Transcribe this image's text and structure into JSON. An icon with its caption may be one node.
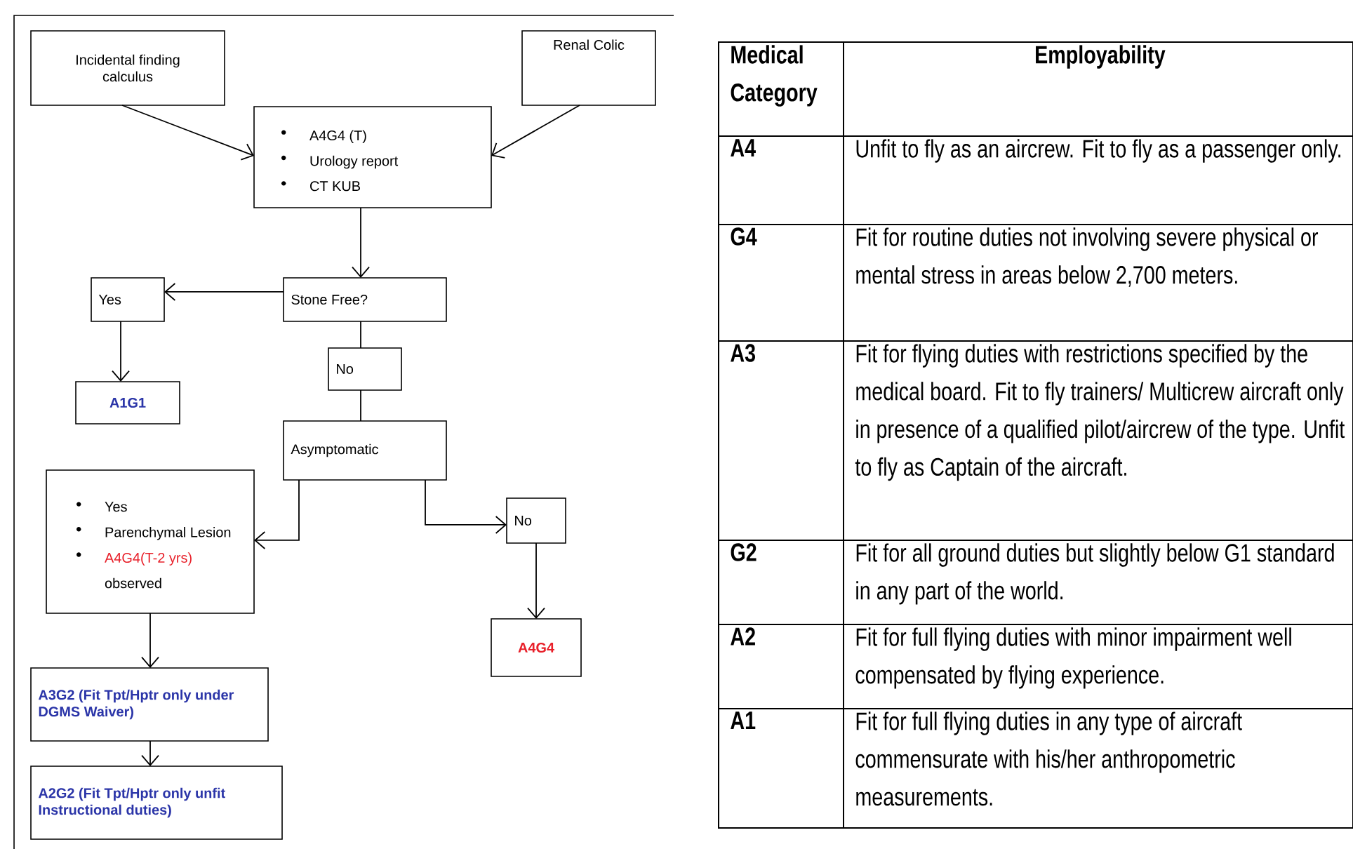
{
  "diagram": {
    "nodes": [
      {
        "text": [
          "Incidental finding calculus"
        ]
      },
      {
        "text": [
          "Renal Colic"
        ]
      },
      {
        "text": [
          "A4G4 (T)",
          "Urology report",
          "CT KUB"
        ]
      },
      {
        "text": [
          "Stone Free?"
        ]
      },
      {
        "text": [
          "Yes"
        ]
      },
      {
        "text": [
          "A1G1"
        ]
      },
      {
        "text": [
          "No"
        ]
      },
      {
        "text": [
          "Asymptomatic"
        ]
      },
      {
        "text": [
          "Yes",
          "Parenchymal Lesion",
          "A4G4(T-2 yrs)",
          "observed"
        ]
      },
      {
        "text": [
          "No"
        ]
      },
      {
        "text": [
          "A4G4"
        ]
      },
      {
        "text": [
          "A3G2 (Fit Tpt/Hptr only under DGMS Waiver)"
        ]
      },
      {
        "text": [
          "A2G2 (Fit Tpt/Hptr only unfit Instructional duties)"
        ]
      }
    ],
    "edges": [
      {
        "from": 0,
        "to": 2,
        "arrow": "to"
      },
      {
        "from": 1,
        "to": 2,
        "arrow": "to"
      },
      {
        "from": 2,
        "to": 3,
        "arrow": "to"
      },
      {
        "from": 3,
        "to": 4,
        "arrow": "to"
      },
      {
        "from": 4,
        "to": 5,
        "arrow": "to"
      },
      {
        "from": 3,
        "to": 6,
        "arrow": "none"
      },
      {
        "from": 6,
        "to": 7,
        "arrow": "none"
      },
      {
        "from": 7,
        "to": 8,
        "arrow": "to"
      },
      {
        "from": 7,
        "to": 9,
        "arrow": "to"
      },
      {
        "from": 9,
        "to": 10,
        "arrow": "to"
      },
      {
        "from": 8,
        "to": 11,
        "arrow": "to"
      },
      {
        "from": 11,
        "to": 12,
        "arrow": "to"
      }
    ],
    "labels": [
      "Medical Category",
      "Employability",
      "A4",
      "Unfit to fly as an aircrew. Fit to fly as a passenger only.",
      "G4",
      "Fit for routine duties not involving severe physical or mental stress in areas below 2,700 meters.",
      "A3",
      "Fit for flying duties with restrictions specified by the medical board. Fit to fly trainers/ Multicrew aircraft only in presence of a qualified pilot/aircrew of the type. Unfit to fly as Captain of the aircraft.",
      "G2",
      "Fit for all ground duties but slightly below G1 standard in any part of the world.",
      "A2",
      "Fit for full flying duties with minor impairment well compensated by flying experience.",
      "A1",
      "Fit for full flying duties in any type of aircraft commensurate with his/her anthropometric measurements."
    ]
  }
}
